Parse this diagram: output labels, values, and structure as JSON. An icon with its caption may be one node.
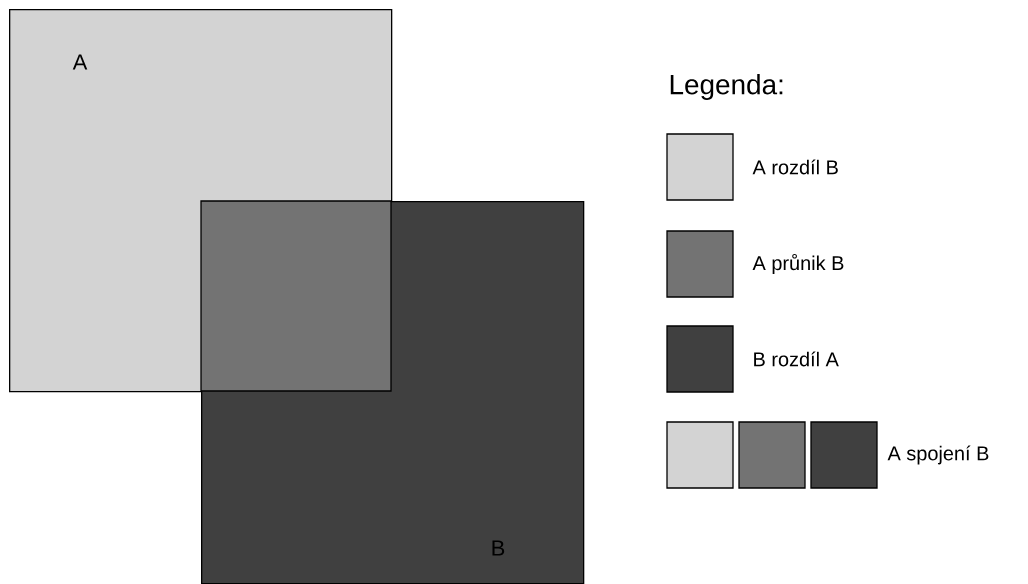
{
  "diagram": {
    "nodes": [
      {
        "text": [
          "A"
        ]
      },
      {
        "text": [
          "B"
        ]
      }
    ],
    "edges": [],
    "labels": [
      "Legenda:"
    ],
    "legend": [
      {
        "text": "A rozdíl B",
        "color": "#d3d3d3"
      },
      {
        "text": "A průnik B",
        "color": "#737373"
      },
      {
        "text": "B rozdíl A",
        "color": "#404040"
      },
      {
        "text": "A spojení B"
      }
    ]
  }
}
